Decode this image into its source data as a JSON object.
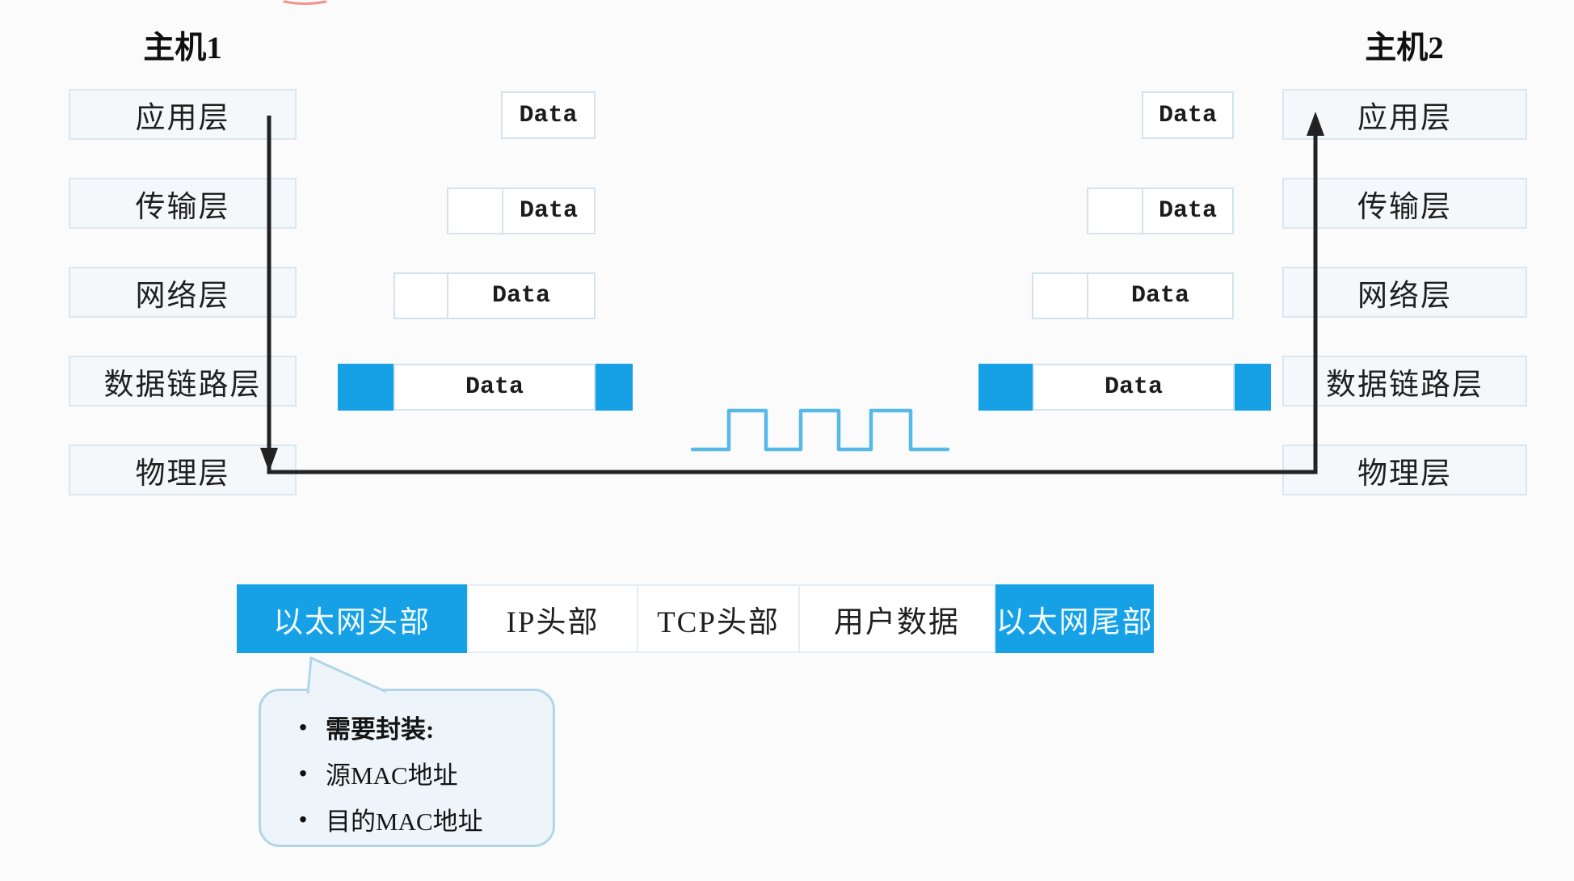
{
  "hosts": [
    "主机1",
    "主机2"
  ],
  "layers": [
    "应用层",
    "传输层",
    "网络层",
    "数据链路层",
    "物理层"
  ],
  "packet_label": "Data",
  "frame_cells": [
    {
      "label": "以太网头部",
      "style": "blue"
    },
    {
      "label": "IP头部",
      "style": "white"
    },
    {
      "label": "TCP头部",
      "style": "white"
    },
    {
      "label": "用户数据",
      "style": "white"
    },
    {
      "label": "以太网尾部",
      "style": "blue"
    }
  ],
  "callout": {
    "bullet": "•",
    "items": [
      "需要封装:",
      "源MAC地址",
      "目的MAC地址"
    ]
  },
  "colors": {
    "accent_blue": "#16a1e7",
    "wave_blue": "#58b8e8",
    "arrow": "#222222",
    "box_fill": "#f4f8fb",
    "box_border": "#dbe7ef",
    "cell_border": "#d3e3ee",
    "callout_fill": "#edf5fa",
    "callout_border": "#b2d6e8",
    "red_mark": "#f0948c",
    "text": "#1f1f1f",
    "background": "#fbfbfb"
  }
}
